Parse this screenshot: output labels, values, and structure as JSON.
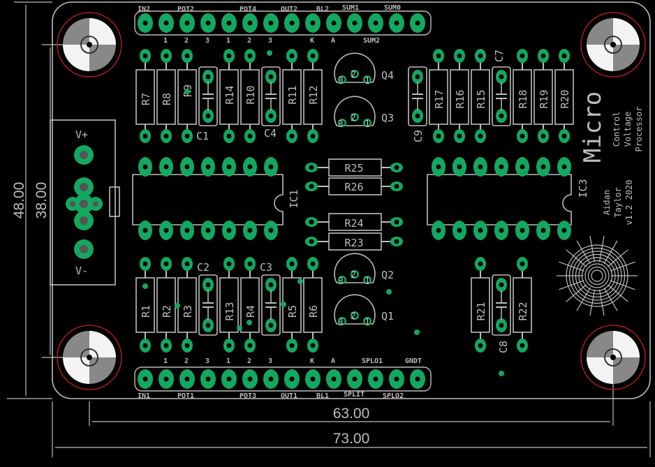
{
  "board": {
    "brand": "Micro",
    "title_lines": [
      "Control",
      "Voltage",
      "Processor"
    ],
    "author_lines": [
      "Aidan",
      "Taylor",
      "v1.2 2020"
    ]
  },
  "dimensions": {
    "width_outer": "73.00",
    "width_inner": "63.00",
    "height_outer": "48.00",
    "height_inner": "38.00"
  },
  "power": {
    "plus": "V+",
    "minus": "V-"
  },
  "header_top": {
    "bottom_labels": [
      "IN2",
      "POT2",
      "POT4",
      "OUT2",
      "BL2",
      "SUM1",
      "SUM0"
    ],
    "numbers": [
      "1",
      "2",
      "3",
      "1",
      "2",
      "3",
      "K",
      "A",
      "SUM2"
    ]
  },
  "header_bottom": {
    "numbers": [
      "1",
      "2",
      "3",
      "1",
      "2",
      "3",
      "K",
      "A",
      "SPLO1",
      "GNDT"
    ],
    "bottom_labels": [
      "IN1",
      "POT1",
      "POT3",
      "OUT1",
      "BL1",
      "SPLIT",
      "SPLO2"
    ]
  },
  "ics": [
    "IC1",
    "IC3"
  ],
  "transistors": [
    "Q4",
    "Q3",
    "Q2",
    "Q1"
  ],
  "resistors_top_left": [
    "R7",
    "R8",
    "R9",
    "R14",
    "R10",
    "R11",
    "R12"
  ],
  "resistors_top_right": [
    "R17",
    "R16",
    "R15",
    "R18",
    "R19",
    "R20"
  ],
  "resistors_bottom_left": [
    "R1",
    "R2",
    "R3",
    "R13",
    "R4",
    "R5",
    "R6"
  ],
  "resistors_bottom_right": [
    "R21",
    "R22"
  ],
  "resistors_middle": [
    "R25",
    "R26",
    "R24",
    "R23"
  ],
  "capacitors": [
    "C1",
    "C4",
    "C9",
    "C7",
    "C2",
    "C3",
    "C8"
  ],
  "transistor_pins": [
    "3",
    "2",
    "1"
  ]
}
